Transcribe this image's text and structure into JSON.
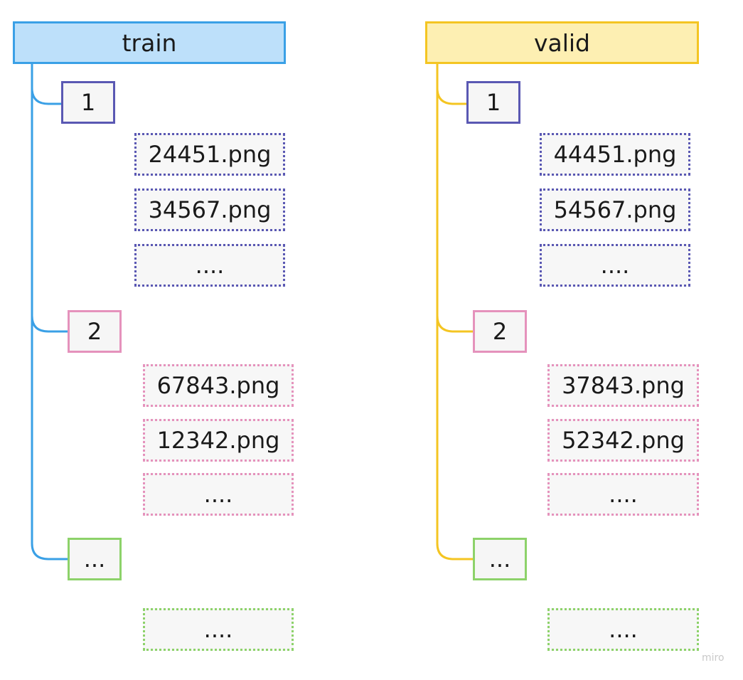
{
  "colors": {
    "train_stroke": "#3aa0e6",
    "train_fill": "#bde0fa",
    "valid_stroke": "#f4c522",
    "valid_fill": "#fdefb2",
    "folder1": "#5a58b3",
    "folder2": "#e592bc",
    "folder3": "#8dd26a"
  },
  "train": {
    "title": "train",
    "folders": [
      {
        "label": "1",
        "files": [
          "24451.png",
          "34567.png",
          "...."
        ]
      },
      {
        "label": "2",
        "files": [
          "67843.png",
          "12342.png",
          "...."
        ]
      },
      {
        "label": "...",
        "files": [
          "...."
        ]
      }
    ]
  },
  "valid": {
    "title": "valid",
    "folders": [
      {
        "label": "1",
        "files": [
          "44451.png",
          "54567.png",
          "...."
        ]
      },
      {
        "label": "2",
        "files": [
          "37843.png",
          "52342.png",
          "...."
        ]
      },
      {
        "label": "...",
        "files": [
          "...."
        ]
      }
    ]
  },
  "watermark": "miro"
}
